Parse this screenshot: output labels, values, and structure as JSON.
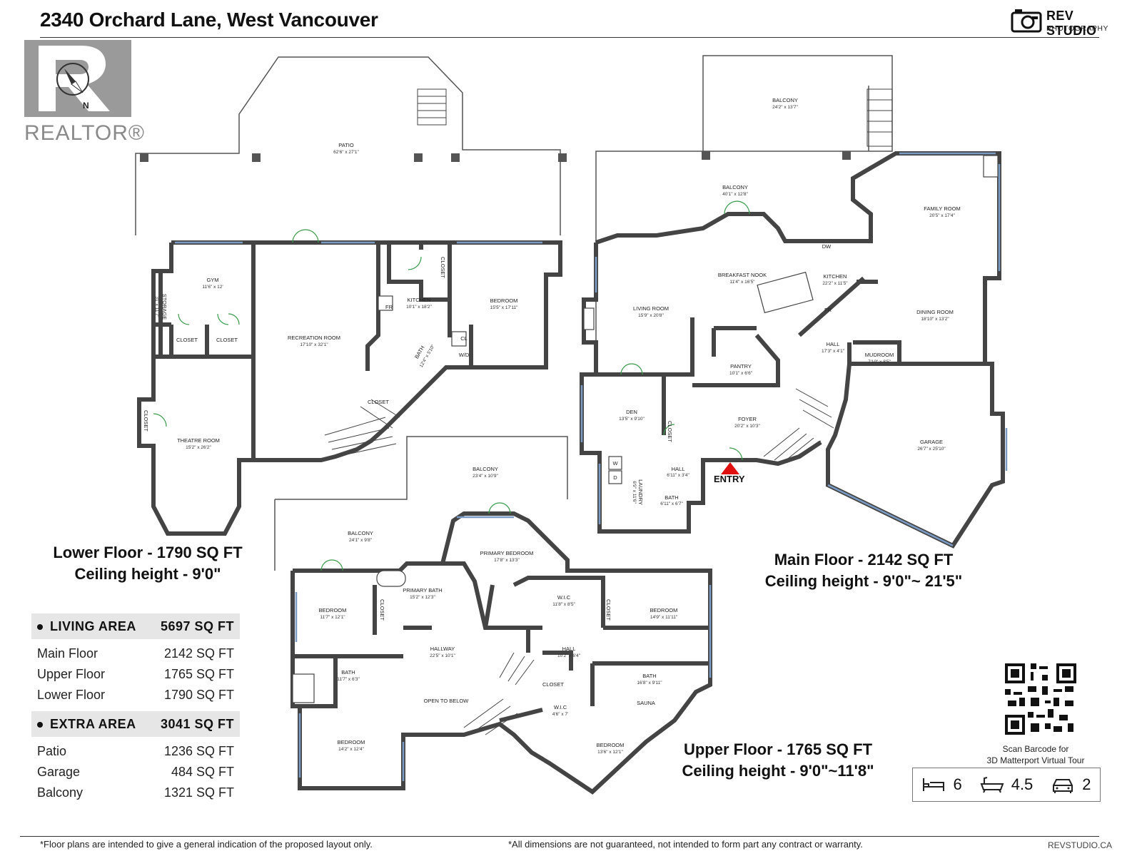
{
  "title": "2340 Orchard Lane, West Vancouver",
  "studio": {
    "name": "REV STUDIO",
    "sub": "PHOTOGRAPHY",
    "website": "REVSTUDIO.CA"
  },
  "realtor": {
    "text": "REALTOR®"
  },
  "compass": {
    "label": "N"
  },
  "floors": {
    "lower": {
      "title": "Lower Floor - 1790 SQ FT",
      "ceiling": "Ceiling height - 9'0\""
    },
    "main": {
      "title": "Main Floor - 2142 SQ FT",
      "ceiling": "Ceiling height - 9'0\"~ 21'5\""
    },
    "upper": {
      "title": "Upper Floor - 1765 SQ FT",
      "ceiling": "Ceiling height - 9'0\"~11'8\""
    }
  },
  "areas": {
    "living": {
      "label": "LIVING AREA",
      "value": "5697 SQ FT",
      "rows": [
        {
          "label": "Main Floor",
          "value": "2142 SQ FT"
        },
        {
          "label": "Upper Floor",
          "value": "1765 SQ FT"
        },
        {
          "label": "Lower Floor",
          "value": "1790 SQ FT"
        }
      ]
    },
    "extra": {
      "label": "EXTRA AREA",
      "value": "3041 SQ FT",
      "rows": [
        {
          "label": "Patio",
          "value": "1236 SQ FT"
        },
        {
          "label": "Garage",
          "value": "484 SQ FT"
        },
        {
          "label": "Balcony",
          "value": "1321 SQ FT"
        }
      ]
    }
  },
  "qr": {
    "caption_line1": "Scan Barcode for",
    "caption_line2": "3D Matterport Virtual Tour"
  },
  "stats": {
    "beds": "6",
    "baths": "4.5",
    "cars": "2"
  },
  "entry": "ENTRY",
  "disclaimers": {
    "left": "*Floor plans are intended to give a general indication of the proposed layout only.",
    "right": "*All dimensions are not guaranteed, not intended to form part any contract or warranty."
  },
  "rooms": {
    "patio": {
      "name": "PATIO",
      "dim": "62'6\" x 27'1\""
    },
    "gym": {
      "name": "GYM",
      "dim": "11'6\" x 12'"
    },
    "storage": {
      "name": "STORAGE",
      "dim": "31' x 11'7\""
    },
    "closet_a": {
      "name": "CLOSET"
    },
    "closet_b": {
      "name": "CLOSET"
    },
    "rec": {
      "name": "RECREATION ROOM",
      "dim": "17'10\" x 32'1\""
    },
    "lkitchen": {
      "name": "KITCHEN",
      "dim": "10'1\" x 18'2\""
    },
    "lcloset_top": {
      "name": "CLOSET"
    },
    "lbedroom": {
      "name": "BEDROOM",
      "dim": "15'5\" x 17'11\""
    },
    "lbath": {
      "name": "BATH",
      "dim": "12'4\" x 5'10\""
    },
    "lcloset_bot": {
      "name": "CLOSET"
    },
    "theatre": {
      "name": "THEATRE ROOM",
      "dim": "15'2\" x 26'2\""
    },
    "lcloset_left": {
      "name": "CLOSET"
    },
    "mbalcony_top": {
      "name": "BALCONY",
      "dim": "24'2\" x 13'7\""
    },
    "mbalcony": {
      "name": "BALCONY",
      "dim": "40'1\" x 12'8\""
    },
    "family": {
      "name": "FAMILY ROOM",
      "dim": "20'5\" x 17'4\""
    },
    "nook": {
      "name": "BREAKFAST NOOK",
      "dim": "11'4\" x 16'5\""
    },
    "mkitchen": {
      "name": "KITCHEN",
      "dim": "22'2\" x 11'5\""
    },
    "living": {
      "name": "LIVING ROOM",
      "dim": "15'9\" x 20'8\""
    },
    "dining": {
      "name": "DINING ROOM",
      "dim": "18'10\" x 13'2\""
    },
    "pantry": {
      "name": "PANTRY",
      "dim": "10'1\" x 6'6\""
    },
    "mhall": {
      "name": "HALL",
      "dim": "17'3\" x 4'1\""
    },
    "mudroom": {
      "name": "MUDROOM",
      "dim": "7'10\" x 8'5\""
    },
    "den": {
      "name": "DEN",
      "dim": "13'5\" x 9'10\""
    },
    "foyer": {
      "name": "FOYER",
      "dim": "20'2\" x 10'3\""
    },
    "garage": {
      "name": "GARAGE",
      "dim": "26'7\" x 25'10\""
    },
    "mcloset": {
      "name": "CLOSET"
    },
    "mhall2": {
      "name": "HALL",
      "dim": "6'11\" x 3'4\""
    },
    "laundry": {
      "name": "LAUNDRY",
      "dim": "6'9\" x 11'6\""
    },
    "mbath": {
      "name": "BATH",
      "dim": "6'11\" x 6'7\""
    },
    "ubalcony_a": {
      "name": "BALCONY",
      "dim": "23'4\" x 10'9\""
    },
    "ubalcony_b": {
      "name": "BALCONY",
      "dim": "24'1\" x 9'8\""
    },
    "primary": {
      "name": "PRIMARY BEDROOM",
      "dim": "17'8\" x 13'3\""
    },
    "ubed1": {
      "name": "BEDROOM",
      "dim": "11'7\" x 12'1\""
    },
    "pbath": {
      "name": "PRIMARY BATH",
      "dim": "15'2\" x 12'3\""
    },
    "wic1": {
      "name": "W.I.C",
      "dim": "11'8\" x 8'5\""
    },
    "ubed2": {
      "name": "BEDROOM",
      "dim": "14'9\" x 11'11\""
    },
    "ucloset1": {
      "name": "CLOSET"
    },
    "ucloset2": {
      "name": "CLOSET"
    },
    "hallway": {
      "name": "HALLWAY",
      "dim": "22'5\" x 10'1\""
    },
    "uhall": {
      "name": "HALL",
      "dim": "10'2\" x 6'4\""
    },
    "ubath1": {
      "name": "BATH",
      "dim": "11'7\" x 6'3\""
    },
    "ubath2": {
      "name": "BATH",
      "dim": "16'8\" x 9'11\""
    },
    "open": {
      "name": "OPEN TO BELOW"
    },
    "ucloset3": {
      "name": "CLOSET"
    },
    "wic2": {
      "name": "W.I.C",
      "dim": "4'6\" x 7'"
    },
    "sauna": {
      "name": "SAUNA"
    },
    "ubed3": {
      "name": "BEDROOM",
      "dim": "14'2\" x 12'4\""
    },
    "ubed4": {
      "name": "BEDROOM",
      "dim": "13'6\" x 12'1\""
    },
    "fixtures": {
      "fr": "FR",
      "cl": "CL",
      "wd": "W/D",
      "dw": "DW",
      "w": "W",
      "d": "D"
    }
  }
}
